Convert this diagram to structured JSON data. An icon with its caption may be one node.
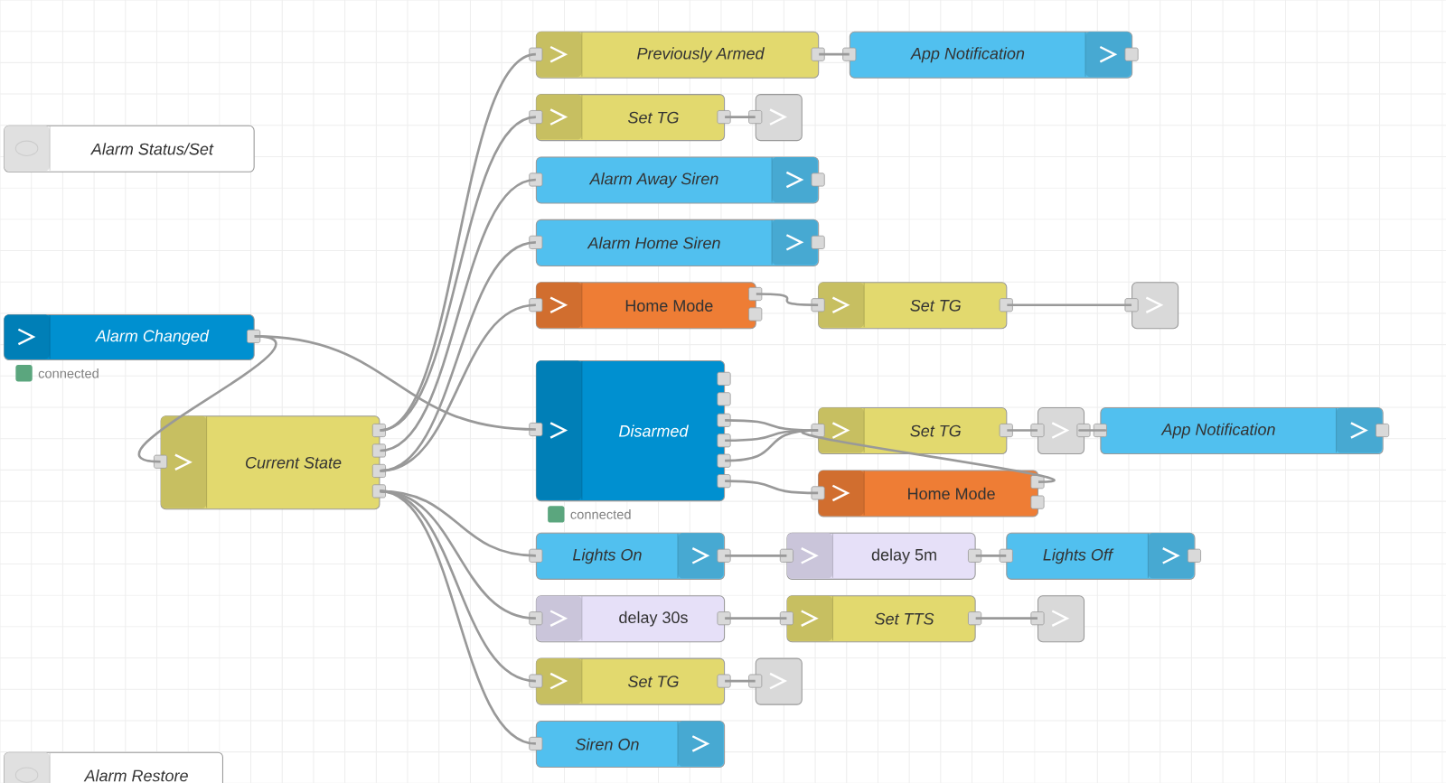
{
  "diagram": {
    "nodes": [
      {
        "text": [
          "Alarm Status/Set"
        ]
      },
      {
        "text": [
          "Alarm Changed"
        ],
        "beside": [
          "connected"
        ]
      },
      {
        "text": [
          "Current State"
        ]
      },
      {
        "text": [
          "Previously Armed"
        ]
      },
      {
        "text": [
          "App Notification"
        ]
      },
      {
        "text": [
          "Set TG"
        ]
      },
      {
        "text": [],
        "shape": "box"
      },
      {
        "text": [
          "Alarm Away Siren"
        ]
      },
      {
        "text": [
          "Alarm Home Siren"
        ]
      },
      {
        "text": [
          "Home Mode"
        ]
      },
      {
        "text": [
          "Set TG"
        ]
      },
      {
        "text": [],
        "shape": "box"
      },
      {
        "text": [
          "Disarmed"
        ],
        "beside": [
          "connected"
        ]
      },
      {
        "text": [
          "Set TG"
        ]
      },
      {
        "text": [],
        "shape": "box"
      },
      {
        "text": [
          "App Notification"
        ]
      },
      {
        "text": [
          "Home Mode"
        ]
      },
      {
        "text": [
          "Lights On"
        ]
      },
      {
        "text": [
          "delay 5m"
        ]
      },
      {
        "text": [
          "Lights Off"
        ]
      },
      {
        "text": [
          "delay 30s"
        ]
      },
      {
        "text": [
          "Set TTS"
        ]
      },
      {
        "text": [],
        "shape": "box"
      },
      {
        "text": [
          "Set TG"
        ]
      },
      {
        "text": [],
        "shape": "box"
      },
      {
        "text": [
          "Siren On"
        ]
      },
      {
        "text": [
          "Alarm Restore"
        ]
      }
    ],
    "edges": [
      {
        "from": 1,
        "to": 2,
        "arrow": "none"
      },
      {
        "from": 1,
        "to": 12,
        "arrow": "none"
      },
      {
        "from": 2,
        "to": 3,
        "arrow": "none"
      },
      {
        "from": 2,
        "to": 5,
        "arrow": "none"
      },
      {
        "from": 2,
        "to": 7,
        "arrow": "none"
      },
      {
        "from": 2,
        "to": 8,
        "arrow": "none"
      },
      {
        "from": 2,
        "to": 9,
        "arrow": "none"
      },
      {
        "from": 2,
        "to": 17,
        "arrow": "none"
      },
      {
        "from": 2,
        "to": 20,
        "arrow": "none"
      },
      {
        "from": 2,
        "to": 23,
        "arrow": "none"
      },
      {
        "from": 2,
        "to": 25,
        "arrow": "none"
      },
      {
        "from": 3,
        "to": 4,
        "arrow": "none"
      },
      {
        "from": 5,
        "to": 6,
        "arrow": "none"
      },
      {
        "from": 9,
        "to": 10,
        "arrow": "none"
      },
      {
        "from": 10,
        "to": 11,
        "arrow": "none"
      },
      {
        "from": 12,
        "to": 13,
        "arrow": "none"
      },
      {
        "from": 12,
        "to": 13,
        "arrow": "none"
      },
      {
        "from": 12,
        "to": 13,
        "arrow": "none"
      },
      {
        "from": 12,
        "to": 16,
        "arrow": "none"
      },
      {
        "from": 16,
        "to": 13,
        "arrow": "none"
      },
      {
        "from": 13,
        "to": 14,
        "arrow": "none"
      },
      {
        "from": 14,
        "to": 15,
        "arrow": "none"
      },
      {
        "from": 17,
        "to": 18,
        "arrow": "none"
      },
      {
        "from": 18,
        "to": 19,
        "arrow": "none"
      },
      {
        "from": 20,
        "to": 21,
        "arrow": "none"
      },
      {
        "from": 21,
        "to": 22,
        "arrow": "none"
      },
      {
        "from": 23,
        "to": 24,
        "arrow": "none"
      }
    ]
  }
}
